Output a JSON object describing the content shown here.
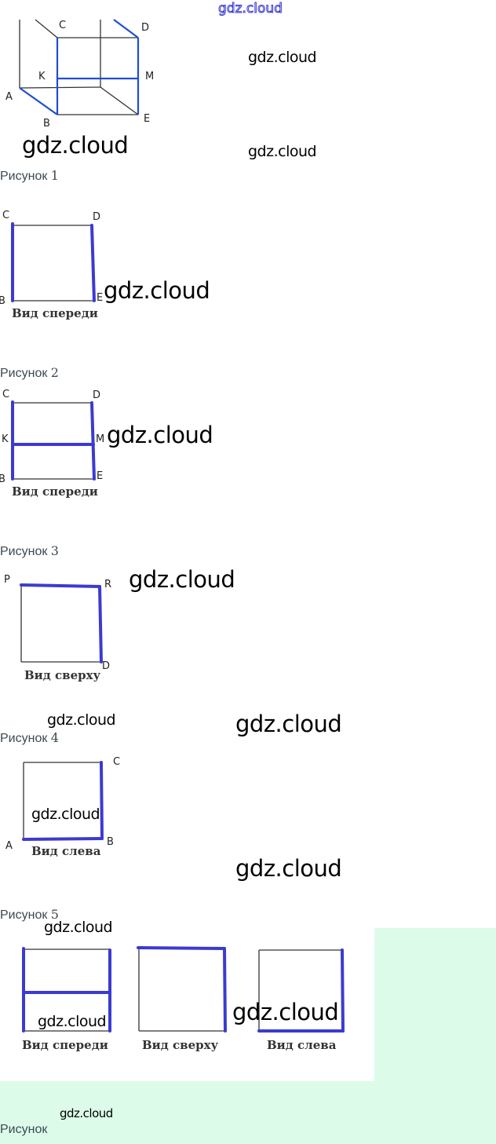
{
  "watermarks": {
    "top": "gdz.cloud",
    "text": "gdz.cloud"
  },
  "colors": {
    "highlight": "#3b3bd0",
    "edge": "#333333",
    "cube_highlight": "#1f4fd0",
    "green_bg": "#dcfce9",
    "caption": "#3a4a52"
  },
  "figure0": {
    "points": {
      "A": "A",
      "B": "B",
      "C": "C",
      "D": "D",
      "E": "E",
      "K": "K",
      "M": "M"
    },
    "caption_word": "Рисунок",
    "caption_num": "1"
  },
  "figure1": {
    "points": {
      "C": "C",
      "D": "D",
      "B": "B",
      "E": "E"
    },
    "view_label": "Вид спереди",
    "caption_word": "Рисунок",
    "caption_num": "2"
  },
  "figure2": {
    "points": {
      "C": "C",
      "D": "D",
      "K": "K",
      "M": "M",
      "B": "B",
      "E": "E"
    },
    "view_label": "Вид спереди",
    "caption_word": "Рисунок",
    "caption_num": "3"
  },
  "figure3": {
    "points": {
      "P": "P",
      "R": "R",
      "D": "D"
    },
    "view_label": "Вид сверху",
    "caption_word": "Рисунок",
    "caption_num": "4"
  },
  "figure4": {
    "points": {
      "C": "C",
      "A": "A",
      "B": "B"
    },
    "view_label": "Вид слева",
    "caption_word": "Рисунок",
    "caption_num": "5"
  },
  "figure5": {
    "views": [
      {
        "label": "Вид спереди"
      },
      {
        "label": "Вид сверху"
      },
      {
        "label": "Вид слева"
      }
    ],
    "caption_word": "Рисунок"
  }
}
